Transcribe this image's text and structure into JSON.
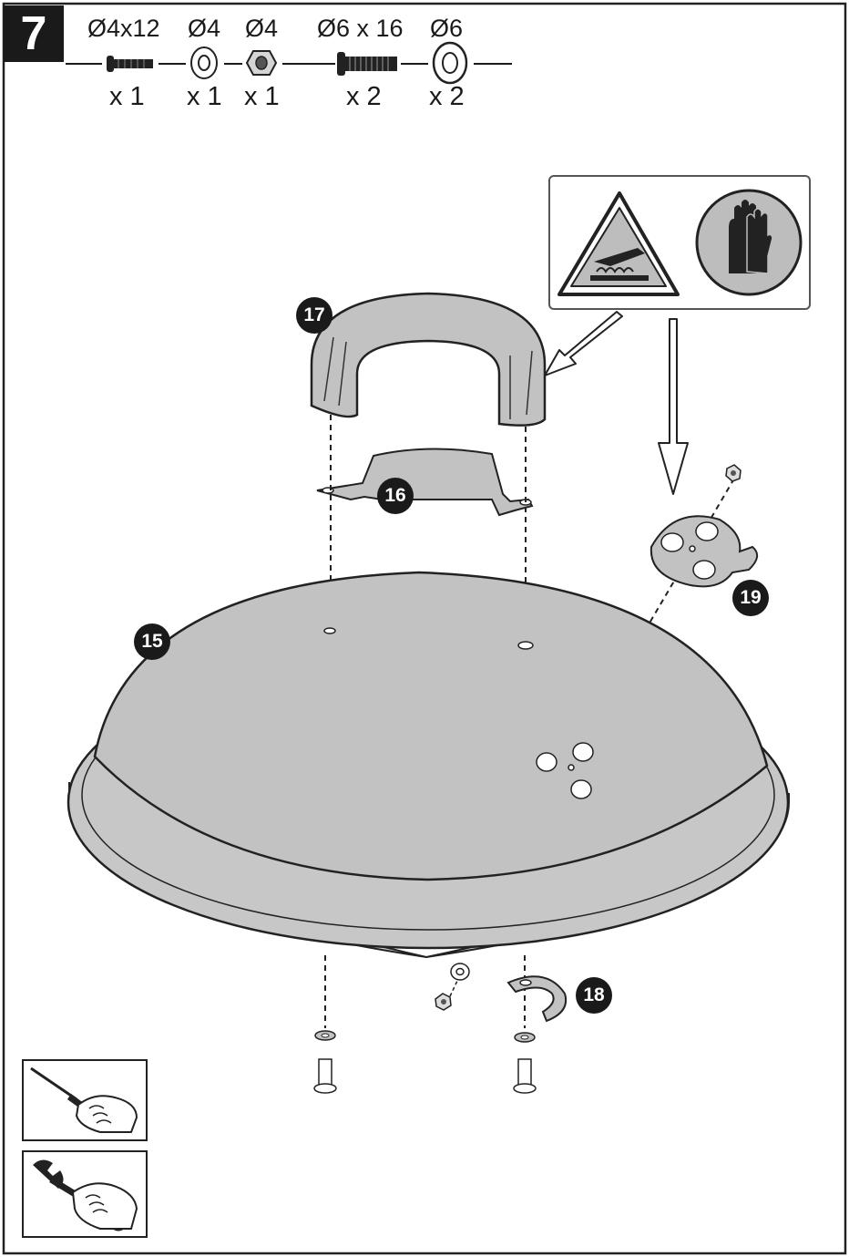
{
  "step": {
    "number": "7"
  },
  "hardware": [
    {
      "size": "Ø4x12",
      "qty": "x 1",
      "icon": "bolt-short-icon"
    },
    {
      "size": "Ø4",
      "qty": "x 1",
      "icon": "washer-small-icon"
    },
    {
      "size": "Ø4",
      "qty": "x 1",
      "icon": "nut-icon"
    },
    {
      "size": "Ø6 x 16",
      "qty": "x 2",
      "icon": "bolt-long-icon"
    },
    {
      "size": "Ø6",
      "qty": "x 2",
      "icon": "washer-large-icon"
    }
  ],
  "parts": {
    "lid": "15",
    "handle_bracket": "16",
    "handle": "17",
    "hook": "18",
    "vent": "19"
  },
  "safety": {
    "hot_surface_icon": "hot-surface-warning-icon",
    "gloves_icon": "wear-gloves-icon"
  },
  "tools": [
    {
      "icon": "screwdriver-icon"
    },
    {
      "icon": "wrench-icon"
    }
  ],
  "colors": {
    "part_fill": "#bdbdbd",
    "outline": "#1a1a1a",
    "badge": "#1a1a1a"
  }
}
